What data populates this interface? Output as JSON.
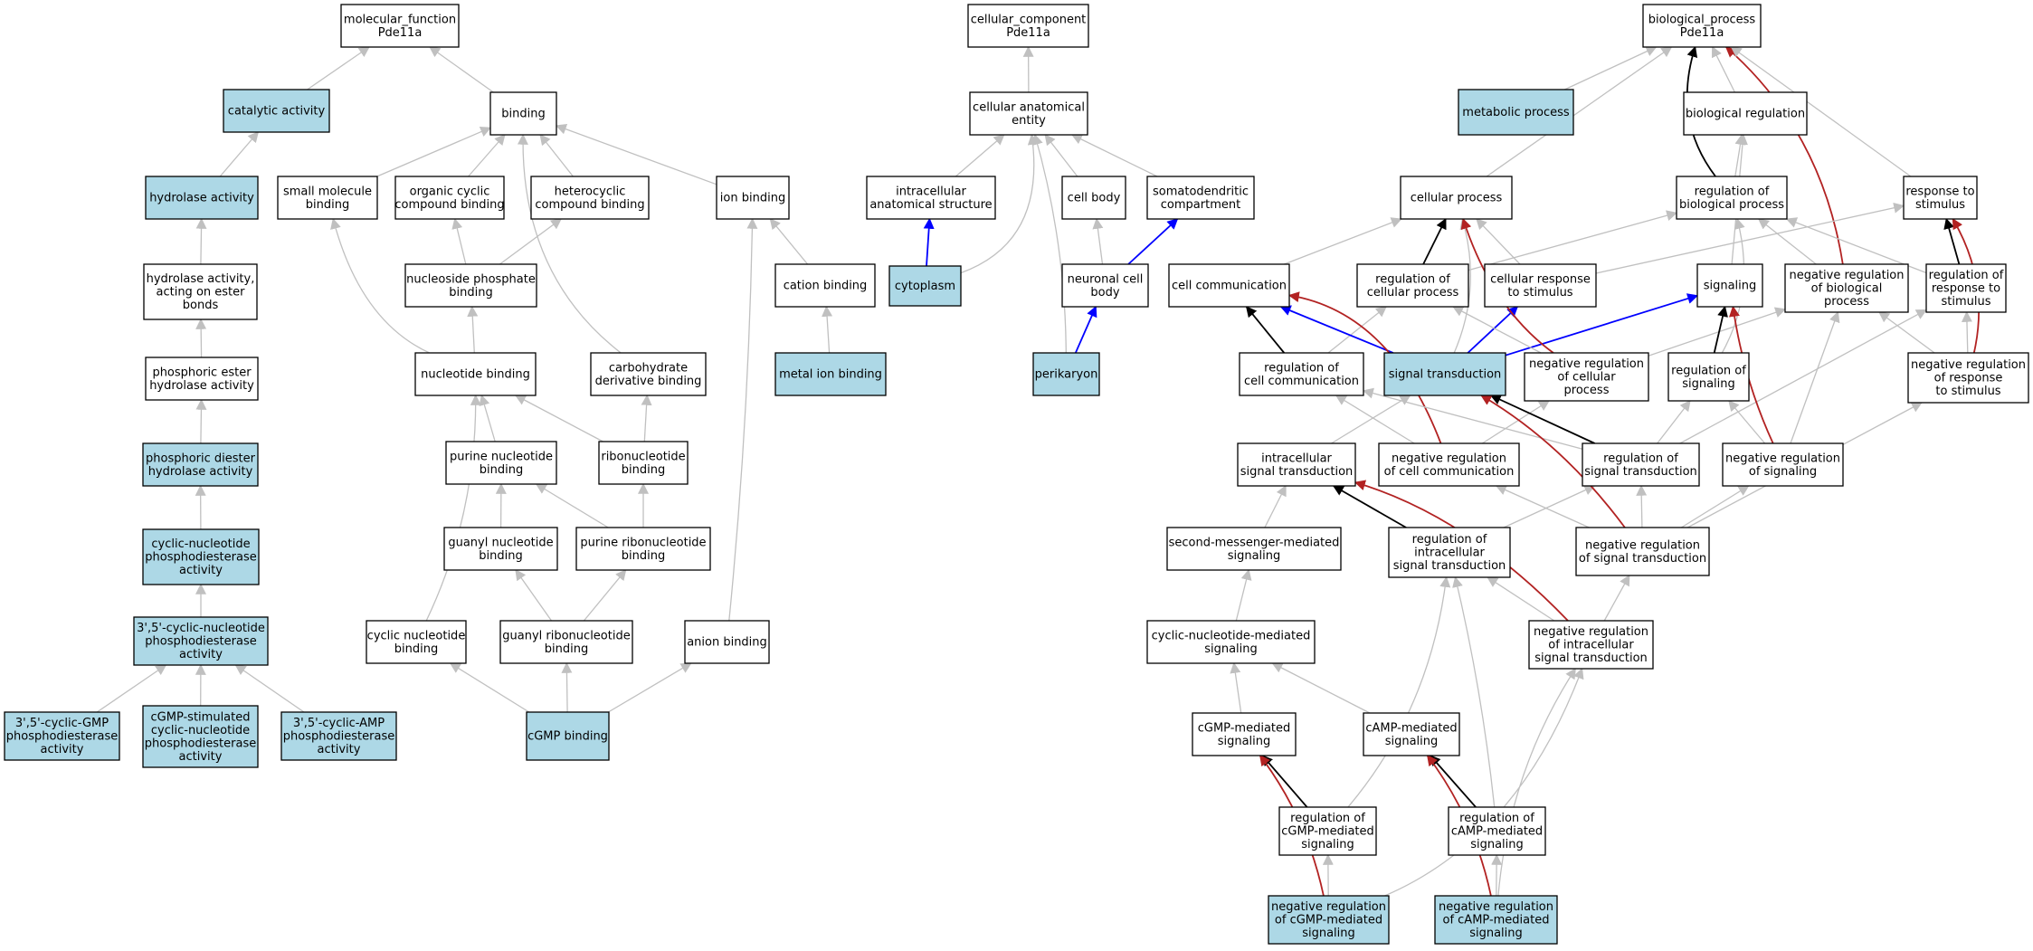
{
  "colors": {
    "highlight": "#add8e6",
    "plain": "#ffffff",
    "edge_is_a": "#c0c0c0",
    "edge_part_of": "#0000ff",
    "edge_regulates": "#000000",
    "edge_negatively_regulates": "#b22222"
  },
  "nodes": [
    {
      "id": "mf",
      "lines": [
        "molecular_function",
        "Pde11a"
      ],
      "hl": false
    },
    {
      "id": "catalytic",
      "lines": [
        "catalytic activity"
      ],
      "hl": true
    },
    {
      "id": "hydrolase",
      "lines": [
        "hydrolase activity"
      ],
      "hl": true
    },
    {
      "id": "hydrolase_ester",
      "lines": [
        "hydrolase activity,",
        "acting on ester",
        "bonds"
      ],
      "hl": false
    },
    {
      "id": "phos_ester",
      "lines": [
        "phosphoric ester",
        "hydrolase activity"
      ],
      "hl": false
    },
    {
      "id": "phos_diester",
      "lines": [
        "phosphoric diester",
        "hydrolase activity"
      ],
      "hl": true
    },
    {
      "id": "cn_pde",
      "lines": [
        "cyclic-nucleotide",
        "phosphodiesterase",
        "activity"
      ],
      "hl": true
    },
    {
      "id": "cn35_pde",
      "lines": [
        "3',5'-cyclic-nucleotide",
        "phosphodiesterase",
        "activity"
      ],
      "hl": true
    },
    {
      "id": "cgmp_pde",
      "lines": [
        "3',5'-cyclic-GMP",
        "phosphodiesterase",
        "activity"
      ],
      "hl": true
    },
    {
      "id": "cgmp_stim_pde",
      "lines": [
        "cGMP-stimulated",
        "cyclic-nucleotide",
        "phosphodiesterase",
        "activity"
      ],
      "hl": true
    },
    {
      "id": "camp_pde",
      "lines": [
        "3',5'-cyclic-AMP",
        "phosphodiesterase",
        "activity"
      ],
      "hl": true
    },
    {
      "id": "binding",
      "lines": [
        "binding"
      ],
      "hl": false
    },
    {
      "id": "small_mol",
      "lines": [
        "small molecule",
        "binding"
      ],
      "hl": false
    },
    {
      "id": "org_cyclic",
      "lines": [
        "organic cyclic",
        "compound binding"
      ],
      "hl": false
    },
    {
      "id": "heterocyclic",
      "lines": [
        "heterocyclic",
        "compound binding"
      ],
      "hl": false
    },
    {
      "id": "ion_binding",
      "lines": [
        "ion binding"
      ],
      "hl": false
    },
    {
      "id": "nucleoside_phos",
      "lines": [
        "nucleoside phosphate",
        "binding"
      ],
      "hl": false
    },
    {
      "id": "cation_binding",
      "lines": [
        "cation binding"
      ],
      "hl": false
    },
    {
      "id": "metal_ion",
      "lines": [
        "metal ion binding"
      ],
      "hl": true
    },
    {
      "id": "nucleotide",
      "lines": [
        "nucleotide binding"
      ],
      "hl": false
    },
    {
      "id": "carb_deriv",
      "lines": [
        "carbohydrate",
        "derivative binding"
      ],
      "hl": false
    },
    {
      "id": "purine_nuc",
      "lines": [
        "purine nucleotide",
        "binding"
      ],
      "hl": false
    },
    {
      "id": "ribonuc",
      "lines": [
        "ribonucleotide",
        "binding"
      ],
      "hl": false
    },
    {
      "id": "guanyl_nuc",
      "lines": [
        "guanyl nucleotide",
        "binding"
      ],
      "hl": false
    },
    {
      "id": "purine_ribonuc",
      "lines": [
        "purine ribonucleotide",
        "binding"
      ],
      "hl": false
    },
    {
      "id": "cyclic_nuc",
      "lines": [
        "cyclic nucleotide",
        "binding"
      ],
      "hl": false
    },
    {
      "id": "guanyl_ribonuc",
      "lines": [
        "guanyl ribonucleotide",
        "binding"
      ],
      "hl": false
    },
    {
      "id": "anion_binding",
      "lines": [
        "anion binding"
      ],
      "hl": false
    },
    {
      "id": "cgmp_binding",
      "lines": [
        "cGMP binding"
      ],
      "hl": true
    },
    {
      "id": "cc",
      "lines": [
        "cellular_component",
        "Pde11a"
      ],
      "hl": false
    },
    {
      "id": "cae",
      "lines": [
        "cellular anatomical",
        "entity"
      ],
      "hl": false
    },
    {
      "id": "intracell_struct",
      "lines": [
        "intracellular",
        "anatomical structure"
      ],
      "hl": false
    },
    {
      "id": "cell_body",
      "lines": [
        "cell body"
      ],
      "hl": false
    },
    {
      "id": "somatodendritic",
      "lines": [
        "somatodendritic",
        "compartment"
      ],
      "hl": false
    },
    {
      "id": "cytoplasm",
      "lines": [
        "cytoplasm"
      ],
      "hl": true
    },
    {
      "id": "neuronal_cb",
      "lines": [
        "neuronal cell",
        "body"
      ],
      "hl": false
    },
    {
      "id": "perikaryon",
      "lines": [
        "perikaryon"
      ],
      "hl": true
    },
    {
      "id": "bp",
      "lines": [
        "biological_process",
        "Pde11a"
      ],
      "hl": false
    },
    {
      "id": "metabolic",
      "lines": [
        "metabolic process"
      ],
      "hl": true
    },
    {
      "id": "bio_reg",
      "lines": [
        "biological regulation"
      ],
      "hl": false
    },
    {
      "id": "cell_proc",
      "lines": [
        "cellular process"
      ],
      "hl": false
    },
    {
      "id": "reg_bio",
      "lines": [
        "regulation of",
        "biological process"
      ],
      "hl": false
    },
    {
      "id": "resp_stim",
      "lines": [
        "response to",
        "stimulus"
      ],
      "hl": false
    },
    {
      "id": "cell_comm",
      "lines": [
        "cell communication"
      ],
      "hl": false
    },
    {
      "id": "reg_cell_proc",
      "lines": [
        "regulation of",
        "cellular process"
      ],
      "hl": false
    },
    {
      "id": "cell_resp_stim",
      "lines": [
        "cellular response",
        "to stimulus"
      ],
      "hl": false
    },
    {
      "id": "signaling",
      "lines": [
        "signaling"
      ],
      "hl": false
    },
    {
      "id": "neg_reg_bio",
      "lines": [
        "negative regulation",
        "of biological",
        "process"
      ],
      "hl": false
    },
    {
      "id": "reg_resp_stim",
      "lines": [
        "regulation of",
        "response to",
        "stimulus"
      ],
      "hl": false
    },
    {
      "id": "reg_cell_comm",
      "lines": [
        "regulation of",
        "cell communication"
      ],
      "hl": false
    },
    {
      "id": "sig_trans",
      "lines": [
        "signal transduction"
      ],
      "hl": true
    },
    {
      "id": "neg_reg_cell_proc",
      "lines": [
        "negative regulation",
        "of cellular",
        "process"
      ],
      "hl": false
    },
    {
      "id": "reg_signaling",
      "lines": [
        "regulation of",
        "signaling"
      ],
      "hl": false
    },
    {
      "id": "neg_reg_resp_stim",
      "lines": [
        "negative regulation",
        "of response",
        "to stimulus"
      ],
      "hl": false
    },
    {
      "id": "intracell_sig",
      "lines": [
        "intracellular",
        "signal transduction"
      ],
      "hl": false
    },
    {
      "id": "neg_reg_cell_comm",
      "lines": [
        "negative regulation",
        "of cell communication"
      ],
      "hl": false
    },
    {
      "id": "reg_sig_trans",
      "lines": [
        "regulation of",
        "signal transduction"
      ],
      "hl": false
    },
    {
      "id": "neg_reg_signaling",
      "lines": [
        "negative regulation",
        "of signaling"
      ],
      "hl": false
    },
    {
      "id": "second_msg",
      "lines": [
        "second-messenger-mediated",
        "signaling"
      ],
      "hl": false
    },
    {
      "id": "reg_intracell_sig",
      "lines": [
        "regulation of",
        "intracellular",
        "signal transduction"
      ],
      "hl": false
    },
    {
      "id": "neg_reg_sig_trans",
      "lines": [
        "negative regulation",
        "of signal transduction"
      ],
      "hl": false
    },
    {
      "id": "cn_med_sig",
      "lines": [
        "cyclic-nucleotide-mediated",
        "signaling"
      ],
      "hl": false
    },
    {
      "id": "neg_reg_intracell_sig",
      "lines": [
        "negative regulation",
        "of intracellular",
        "signal transduction"
      ],
      "hl": false
    },
    {
      "id": "cgmp_sig",
      "lines": [
        "cGMP-mediated",
        "signaling"
      ],
      "hl": false
    },
    {
      "id": "camp_sig",
      "lines": [
        "cAMP-mediated",
        "signaling"
      ],
      "hl": false
    },
    {
      "id": "reg_cgmp_sig",
      "lines": [
        "regulation of",
        "cGMP-mediated",
        "signaling"
      ],
      "hl": false
    },
    {
      "id": "reg_camp_sig",
      "lines": [
        "regulation of",
        "cAMP-mediated",
        "signaling"
      ],
      "hl": false
    },
    {
      "id": "neg_reg_cgmp_sig",
      "lines": [
        "negative regulation",
        "of cGMP-mediated",
        "signaling"
      ],
      "hl": true
    },
    {
      "id": "neg_reg_camp_sig",
      "lines": [
        "negative regulation",
        "of cAMP-mediated",
        "signaling"
      ],
      "hl": true
    }
  ],
  "edges": [
    {
      "from": "catalytic",
      "to": "mf",
      "type": "is_a"
    },
    {
      "from": "binding",
      "to": "mf",
      "type": "is_a"
    },
    {
      "from": "hydrolase",
      "to": "catalytic",
      "type": "is_a"
    },
    {
      "from": "hydrolase_ester",
      "to": "hydrolase",
      "type": "is_a"
    },
    {
      "from": "phos_ester",
      "to": "hydrolase_ester",
      "type": "is_a"
    },
    {
      "from": "phos_diester",
      "to": "phos_ester",
      "type": "is_a"
    },
    {
      "from": "cn_pde",
      "to": "phos_diester",
      "type": "is_a"
    },
    {
      "from": "cn35_pde",
      "to": "cn_pde",
      "type": "is_a"
    },
    {
      "from": "cgmp_pde",
      "to": "cn35_pde",
      "type": "is_a"
    },
    {
      "from": "cgmp_stim_pde",
      "to": "cn35_pde",
      "type": "is_a"
    },
    {
      "from": "camp_pde",
      "to": "cn35_pde",
      "type": "is_a"
    },
    {
      "from": "small_mol",
      "to": "binding",
      "type": "is_a"
    },
    {
      "from": "org_cyclic",
      "to": "binding",
      "type": "is_a"
    },
    {
      "from": "heterocyclic",
      "to": "binding",
      "type": "is_a"
    },
    {
      "from": "ion_binding",
      "to": "binding",
      "type": "is_a"
    },
    {
      "from": "carb_deriv",
      "to": "binding",
      "type": "is_a"
    },
    {
      "from": "nucleoside_phos",
      "to": "org_cyclic",
      "type": "is_a"
    },
    {
      "from": "nucleoside_phos",
      "to": "heterocyclic",
      "type": "is_a"
    },
    {
      "from": "nucleotide",
      "to": "small_mol",
      "type": "is_a"
    },
    {
      "from": "nucleotide",
      "to": "nucleoside_phos",
      "type": "is_a"
    },
    {
      "from": "cation_binding",
      "to": "ion_binding",
      "type": "is_a"
    },
    {
      "from": "metal_ion",
      "to": "cation_binding",
      "type": "is_a"
    },
    {
      "from": "anion_binding",
      "to": "ion_binding",
      "type": "is_a"
    },
    {
      "from": "purine_nuc",
      "to": "nucleotide",
      "type": "is_a"
    },
    {
      "from": "ribonuc",
      "to": "nucleotide",
      "type": "is_a"
    },
    {
      "from": "ribonuc",
      "to": "carb_deriv",
      "type": "is_a"
    },
    {
      "from": "guanyl_nuc",
      "to": "purine_nuc",
      "type": "is_a"
    },
    {
      "from": "purine_ribonuc",
      "to": "purine_nuc",
      "type": "is_a"
    },
    {
      "from": "purine_ribonuc",
      "to": "ribonuc",
      "type": "is_a"
    },
    {
      "from": "cyclic_nuc",
      "to": "nucleotide",
      "type": "is_a"
    },
    {
      "from": "guanyl_ribonuc",
      "to": "guanyl_nuc",
      "type": "is_a"
    },
    {
      "from": "guanyl_ribonuc",
      "to": "purine_ribonuc",
      "type": "is_a"
    },
    {
      "from": "cgmp_binding",
      "to": "cyclic_nuc",
      "type": "is_a"
    },
    {
      "from": "cgmp_binding",
      "to": "guanyl_ribonuc",
      "type": "is_a"
    },
    {
      "from": "cgmp_binding",
      "to": "anion_binding",
      "type": "is_a"
    },
    {
      "from": "cae",
      "to": "cc",
      "type": "is_a"
    },
    {
      "from": "intracell_struct",
      "to": "cae",
      "type": "is_a"
    },
    {
      "from": "cell_body",
      "to": "cae",
      "type": "is_a"
    },
    {
      "from": "somatodendritic",
      "to": "cae",
      "type": "is_a"
    },
    {
      "from": "cytoplasm",
      "to": "cae",
      "type": "is_a"
    },
    {
      "from": "cytoplasm",
      "to": "intracell_struct",
      "type": "part_of"
    },
    {
      "from": "neuronal_cb",
      "to": "cell_body",
      "type": "is_a"
    },
    {
      "from": "neuronal_cb",
      "to": "somatodendritic",
      "type": "part_of"
    },
    {
      "from": "perikaryon",
      "to": "cae",
      "type": "is_a"
    },
    {
      "from": "perikaryon",
      "to": "neuronal_cb",
      "type": "part_of"
    },
    {
      "from": "metabolic",
      "to": "bp",
      "type": "is_a"
    },
    {
      "from": "bio_reg",
      "to": "bp",
      "type": "is_a"
    },
    {
      "from": "cell_proc",
      "to": "bp",
      "type": "is_a"
    },
    {
      "from": "reg_bio",
      "to": "bp",
      "type": "regulates"
    },
    {
      "from": "reg_bio",
      "to": "bio_reg",
      "type": "is_a"
    },
    {
      "from": "neg_reg_bio",
      "to": "bp",
      "type": "negatively_regulates"
    },
    {
      "from": "resp_stim",
      "to": "bp",
      "type": "is_a"
    },
    {
      "from": "cell_comm",
      "to": "cell_proc",
      "type": "is_a"
    },
    {
      "from": "reg_cell_proc",
      "to": "cell_proc",
      "type": "regulates"
    },
    {
      "from": "reg_cell_proc",
      "to": "reg_bio",
      "type": "is_a"
    },
    {
      "from": "cell_resp_stim",
      "to": "cell_proc",
      "type": "is_a"
    },
    {
      "from": "cell_resp_stim",
      "to": "resp_stim",
      "type": "is_a"
    },
    {
      "from": "signaling",
      "to": "bio_reg",
      "type": "is_a"
    },
    {
      "from": "neg_reg_bio",
      "to": "reg_bio",
      "type": "is_a"
    },
    {
      "from": "reg_resp_stim",
      "to": "reg_bio",
      "type": "is_a"
    },
    {
      "from": "reg_resp_stim",
      "to": "resp_stim",
      "type": "regulates"
    },
    {
      "from": "neg_reg_resp_stim",
      "to": "resp_stim",
      "type": "negatively_regulates"
    },
    {
      "from": "neg_reg_resp_stim",
      "to": "reg_resp_stim",
      "type": "is_a"
    },
    {
      "from": "neg_reg_resp_stim",
      "to": "neg_reg_bio",
      "type": "is_a"
    },
    {
      "from": "reg_cell_comm",
      "to": "cell_comm",
      "type": "regulates"
    },
    {
      "from": "reg_cell_comm",
      "to": "reg_cell_proc",
      "type": "is_a"
    },
    {
      "from": "sig_trans",
      "to": "cell_comm",
      "type": "part_of"
    },
    {
      "from": "sig_trans",
      "to": "cell_proc",
      "type": "is_a"
    },
    {
      "from": "sig_trans",
      "to": "cell_resp_stim",
      "type": "part_of"
    },
    {
      "from": "sig_trans",
      "to": "signaling",
      "type": "part_of"
    },
    {
      "from": "neg_reg_cell_proc",
      "to": "cell_proc",
      "type": "negatively_regulates"
    },
    {
      "from": "neg_reg_cell_proc",
      "to": "reg_cell_proc",
      "type": "is_a"
    },
    {
      "from": "neg_reg_cell_proc",
      "to": "neg_reg_bio",
      "type": "is_a"
    },
    {
      "from": "reg_signaling",
      "to": "signaling",
      "type": "regulates"
    },
    {
      "from": "reg_signaling",
      "to": "reg_bio",
      "type": "is_a"
    },
    {
      "from": "intracell_sig",
      "to": "sig_trans",
      "type": "is_a"
    },
    {
      "from": "neg_reg_cell_comm",
      "to": "cell_comm",
      "type": "negatively_regulates"
    },
    {
      "from": "neg_reg_cell_comm",
      "to": "reg_cell_comm",
      "type": "is_a"
    },
    {
      "from": "neg_reg_cell_comm",
      "to": "neg_reg_cell_proc",
      "type": "is_a"
    },
    {
      "from": "reg_sig_trans",
      "to": "sig_trans",
      "type": "regulates"
    },
    {
      "from": "reg_sig_trans",
      "to": "reg_signaling",
      "type": "is_a"
    },
    {
      "from": "reg_sig_trans",
      "to": "reg_cell_comm",
      "type": "is_a"
    },
    {
      "from": "reg_sig_trans",
      "to": "reg_resp_stim",
      "type": "is_a"
    },
    {
      "from": "neg_reg_signaling",
      "to": "signaling",
      "type": "negatively_regulates"
    },
    {
      "from": "neg_reg_signaling",
      "to": "reg_signaling",
      "type": "is_a"
    },
    {
      "from": "neg_reg_signaling",
      "to": "neg_reg_bio",
      "type": "is_a"
    },
    {
      "from": "second_msg",
      "to": "intracell_sig",
      "type": "is_a"
    },
    {
      "from": "reg_intracell_sig",
      "to": "intracell_sig",
      "type": "regulates"
    },
    {
      "from": "reg_intracell_sig",
      "to": "reg_sig_trans",
      "type": "is_a"
    },
    {
      "from": "neg_reg_sig_trans",
      "to": "sig_trans",
      "type": "negatively_regulates"
    },
    {
      "from": "neg_reg_sig_trans",
      "to": "reg_sig_trans",
      "type": "is_a"
    },
    {
      "from": "neg_reg_sig_trans",
      "to": "neg_reg_signaling",
      "type": "is_a"
    },
    {
      "from": "neg_reg_sig_trans",
      "to": "neg_reg_cell_comm",
      "type": "is_a"
    },
    {
      "from": "neg_reg_sig_trans",
      "to": "neg_reg_resp_stim",
      "type": "is_a"
    },
    {
      "from": "cn_med_sig",
      "to": "second_msg",
      "type": "is_a"
    },
    {
      "from": "neg_reg_intracell_sig",
      "to": "intracell_sig",
      "type": "negatively_regulates"
    },
    {
      "from": "neg_reg_intracell_sig",
      "to": "reg_intracell_sig",
      "type": "is_a"
    },
    {
      "from": "neg_reg_intracell_sig",
      "to": "neg_reg_sig_trans",
      "type": "is_a"
    },
    {
      "from": "cgmp_sig",
      "to": "cn_med_sig",
      "type": "is_a"
    },
    {
      "from": "camp_sig",
      "to": "cn_med_sig",
      "type": "is_a"
    },
    {
      "from": "reg_cgmp_sig",
      "to": "cgmp_sig",
      "type": "regulates"
    },
    {
      "from": "reg_cgmp_sig",
      "to": "reg_intracell_sig",
      "type": "is_a"
    },
    {
      "from": "reg_camp_sig",
      "to": "camp_sig",
      "type": "regulates"
    },
    {
      "from": "reg_camp_sig",
      "to": "reg_intracell_sig",
      "type": "is_a"
    },
    {
      "from": "neg_reg_cgmp_sig",
      "to": "cgmp_sig",
      "type": "negatively_regulates"
    },
    {
      "from": "neg_reg_cgmp_sig",
      "to": "reg_cgmp_sig",
      "type": "is_a"
    },
    {
      "from": "neg_reg_cgmp_sig",
      "to": "neg_reg_intracell_sig",
      "type": "is_a"
    },
    {
      "from": "neg_reg_camp_sig",
      "to": "camp_sig",
      "type": "negatively_regulates"
    },
    {
      "from": "neg_reg_camp_sig",
      "to": "reg_camp_sig",
      "type": "is_a"
    },
    {
      "from": "neg_reg_camp_sig",
      "to": "neg_reg_intracell_sig",
      "type": "is_a"
    }
  ]
}
